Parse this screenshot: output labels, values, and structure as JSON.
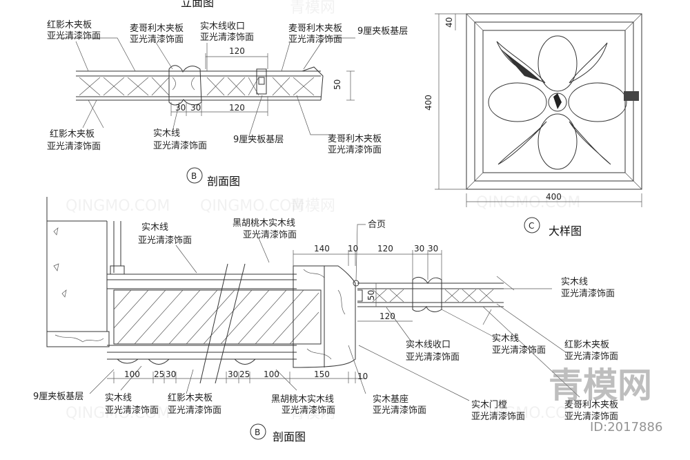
{
  "top_section": {
    "title_partial": "立面图",
    "labels_above": [
      {
        "l1": "红影木夹板",
        "l2": "亚光清漆饰面"
      },
      {
        "l1": "麦哥利木夹板",
        "l2": "亚光清漆饰面"
      },
      {
        "l1": "实木线收口",
        "l2": "亚光清漆饰面"
      },
      {
        "l1": "麦哥利木夹板",
        "l2": "亚光清漆饰面"
      },
      {
        "l1": "9厘夹板基层",
        "l2": ""
      }
    ],
    "labels_below": [
      {
        "l1": "红影木夹板",
        "l2": "亚光清漆饰面"
      },
      {
        "l1": "实木线",
        "l2": "亚光清漆饰面"
      },
      {
        "l1": "9厘夹板基层",
        "l2": ""
      },
      {
        "l1": "麦哥利木夹板",
        "l2": "亚光清漆饰面"
      }
    ],
    "dims": [
      "120",
      "50",
      "30",
      "30",
      "120"
    ],
    "marker": "B",
    "section_title": "剖面图"
  },
  "detail_c": {
    "dims": [
      "40",
      "400",
      "400"
    ],
    "marker": "C",
    "title": "大样图"
  },
  "bottom_section": {
    "labels_top": [
      {
        "l1": "实木线",
        "l2": "亚光清漆饰面"
      },
      {
        "l1": "黑胡桃木实木线",
        "l2": "亚光清漆饰面"
      },
      {
        "l1": "合页",
        "l2": ""
      }
    ],
    "labels_right": [
      {
        "l1": "实木线",
        "l2": "亚光清漆饰面"
      },
      {
        "l1": "实木线收口",
        "l2": "亚光清漆饰面"
      },
      {
        "l1": "实木线",
        "l2": "亚光清漆饰面"
      },
      {
        "l1": "红影木夹板",
        "l2": "亚光清漆饰面"
      },
      {
        "l1": "实木门樘",
        "l2": "亚光清漆饰面"
      },
      {
        "l1": "麦哥利木夹板",
        "l2": "亚光清漆饰面"
      }
    ],
    "labels_bottom": [
      {
        "l1": "9厘夹板基层",
        "l2": ""
      },
      {
        "l1": "实木线",
        "l2": "亚光清漆饰面"
      },
      {
        "l1": "红影木夹板",
        "l2": "亚光清漆饰面"
      },
      {
        "l1": "黑胡桃木实木线",
        "l2": "亚光清漆饰面"
      },
      {
        "l1": "实木基座",
        "l2": "亚光清漆饰面"
      }
    ],
    "dims_top": [
      "140",
      "10",
      "120",
      "30",
      "30"
    ],
    "dims_mid": [
      "50",
      "120"
    ],
    "dims_bottom": [
      "100",
      "25",
      "30",
      "30",
      "25",
      "100",
      "150",
      "10"
    ],
    "marker": "B",
    "section_title": "剖面图"
  },
  "watermark": {
    "brand": "QINGMO.COM",
    "brand_cn": "青模网",
    "cn_small": "青模网",
    "id_text": "ID:2017886"
  }
}
